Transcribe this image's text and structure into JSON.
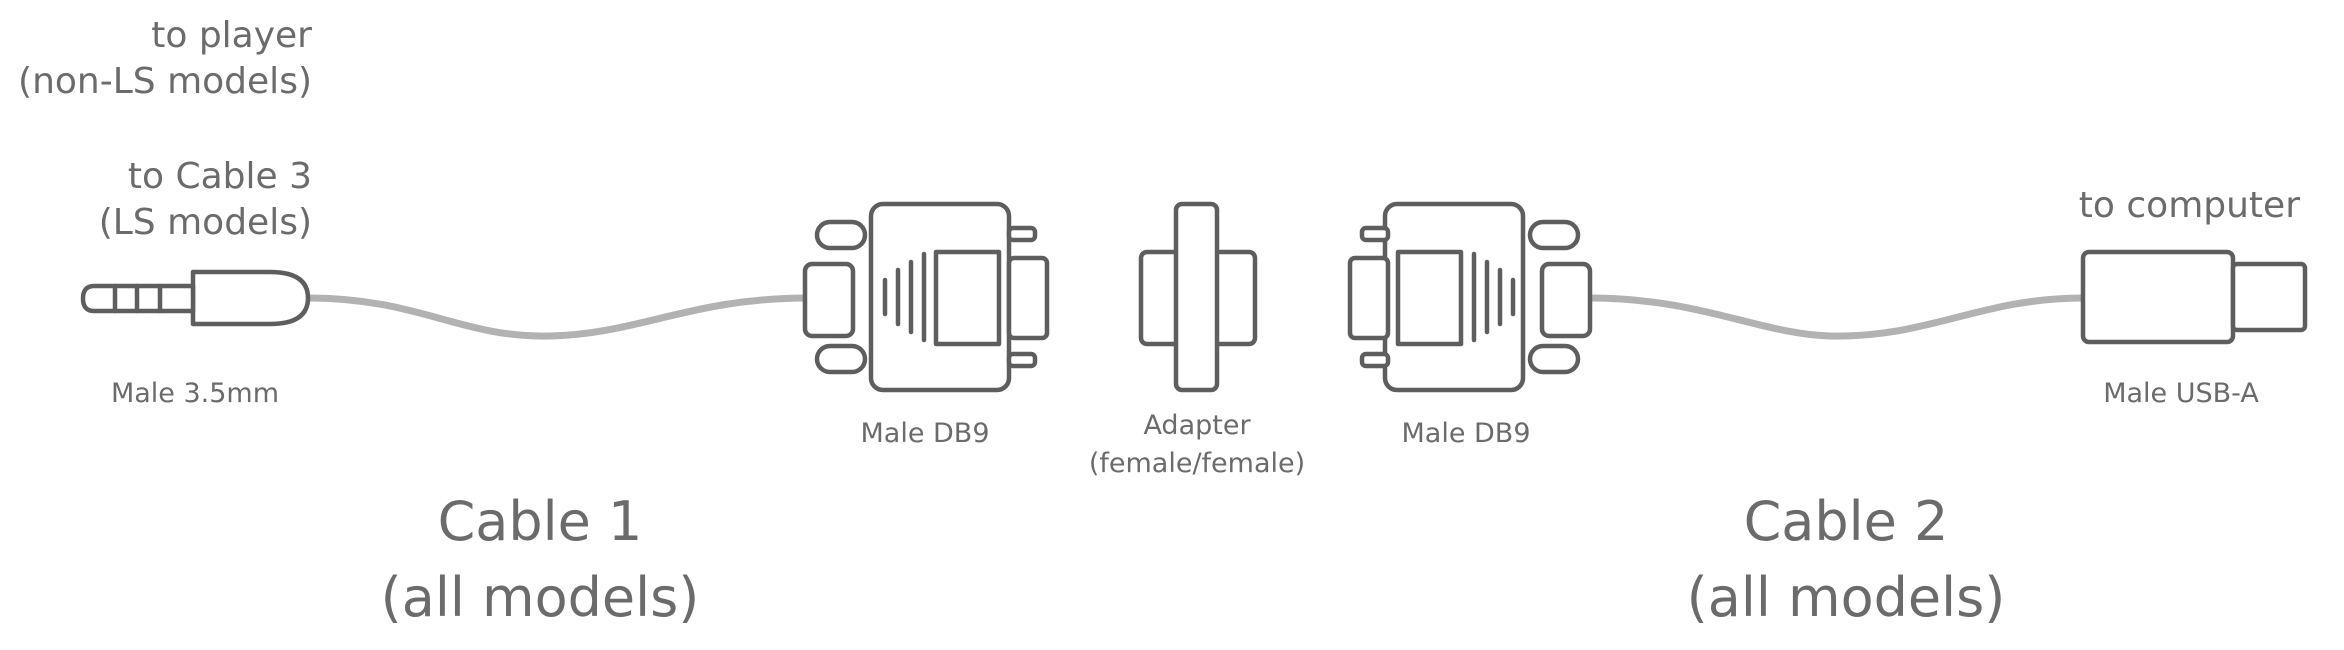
{
  "annotations": {
    "to_player": {
      "line1": "to player",
      "line2": "(non-LS models)"
    },
    "to_cable3": {
      "line1": "to Cable 3",
      "line2": "(LS models)"
    },
    "to_computer": "to computer"
  },
  "connectors": {
    "jack": "Male 3.5mm",
    "db9_left": "Male DB9",
    "adapter": {
      "line1": "Adapter",
      "line2": "(female/female)"
    },
    "db9_right": "Male DB9",
    "usb": "Male USB-A"
  },
  "cables": {
    "cable1": {
      "name": "Cable 1",
      "models": "(all models)"
    },
    "cable2": {
      "name": "Cable 2",
      "models": "(all models)"
    }
  }
}
